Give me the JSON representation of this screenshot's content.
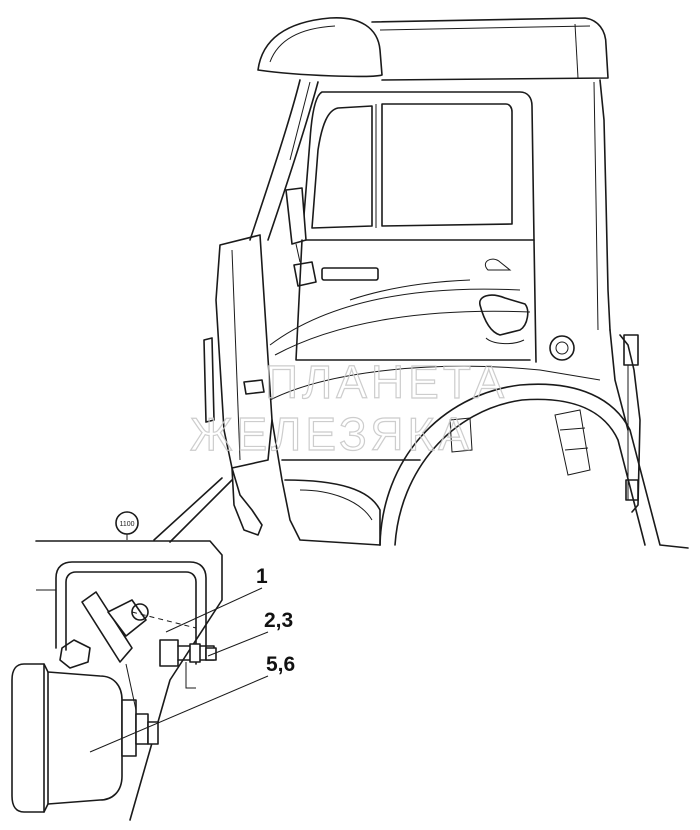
{
  "labels": {
    "callout_1": "1",
    "callout_23": "2,3",
    "callout_56": "5,6"
  },
  "stamp": "1100",
  "watermark": {
    "line1": "ПЛАНЕТА",
    "line2": "ЖЕЛЕЗЯКА"
  },
  "colors": {
    "ink": "#1a1a1a",
    "paper": "#ffffff",
    "watermark": "#c8c8c8"
  }
}
